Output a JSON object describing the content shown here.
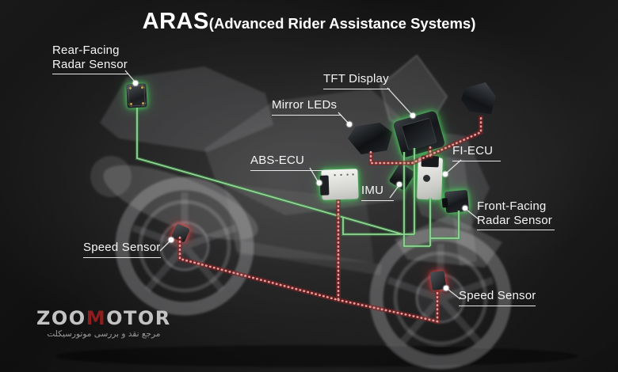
{
  "title": {
    "acronym": "ARAS",
    "rest": "(Advanced Rider Assistance Systems)"
  },
  "components": {
    "rear_radar": {
      "label_line1": "Rear-Facing",
      "label_line2": "Radar Sensor"
    },
    "tft_display": {
      "label": "TFT Display"
    },
    "mirror_leds": {
      "label": "Mirror LEDs"
    },
    "abs_ecu": {
      "label": "ABS-ECU"
    },
    "imu": {
      "label": "IMU"
    },
    "fi_ecu": {
      "label": "FI-ECU"
    },
    "front_radar": {
      "label_line1": "Front-Facing",
      "label_line2": "Radar Sensor"
    },
    "speed_sensor_rear": {
      "label": "Speed Sensor"
    },
    "speed_sensor_front": {
      "label": "Speed Sensor"
    }
  },
  "watermark": {
    "brand_zoo": "ZOO",
    "brand_m": "M",
    "brand_otor": "OTOR",
    "tagline": "مرجع نقد و بررسی موتورسیکلت"
  },
  "colors": {
    "green_line": "#93d597",
    "red_line": "#eb9b98",
    "green_glow": "#3ebd52",
    "red_glow": "#d03c3c",
    "label_text": "#f5f5f5",
    "background": "#141414"
  }
}
